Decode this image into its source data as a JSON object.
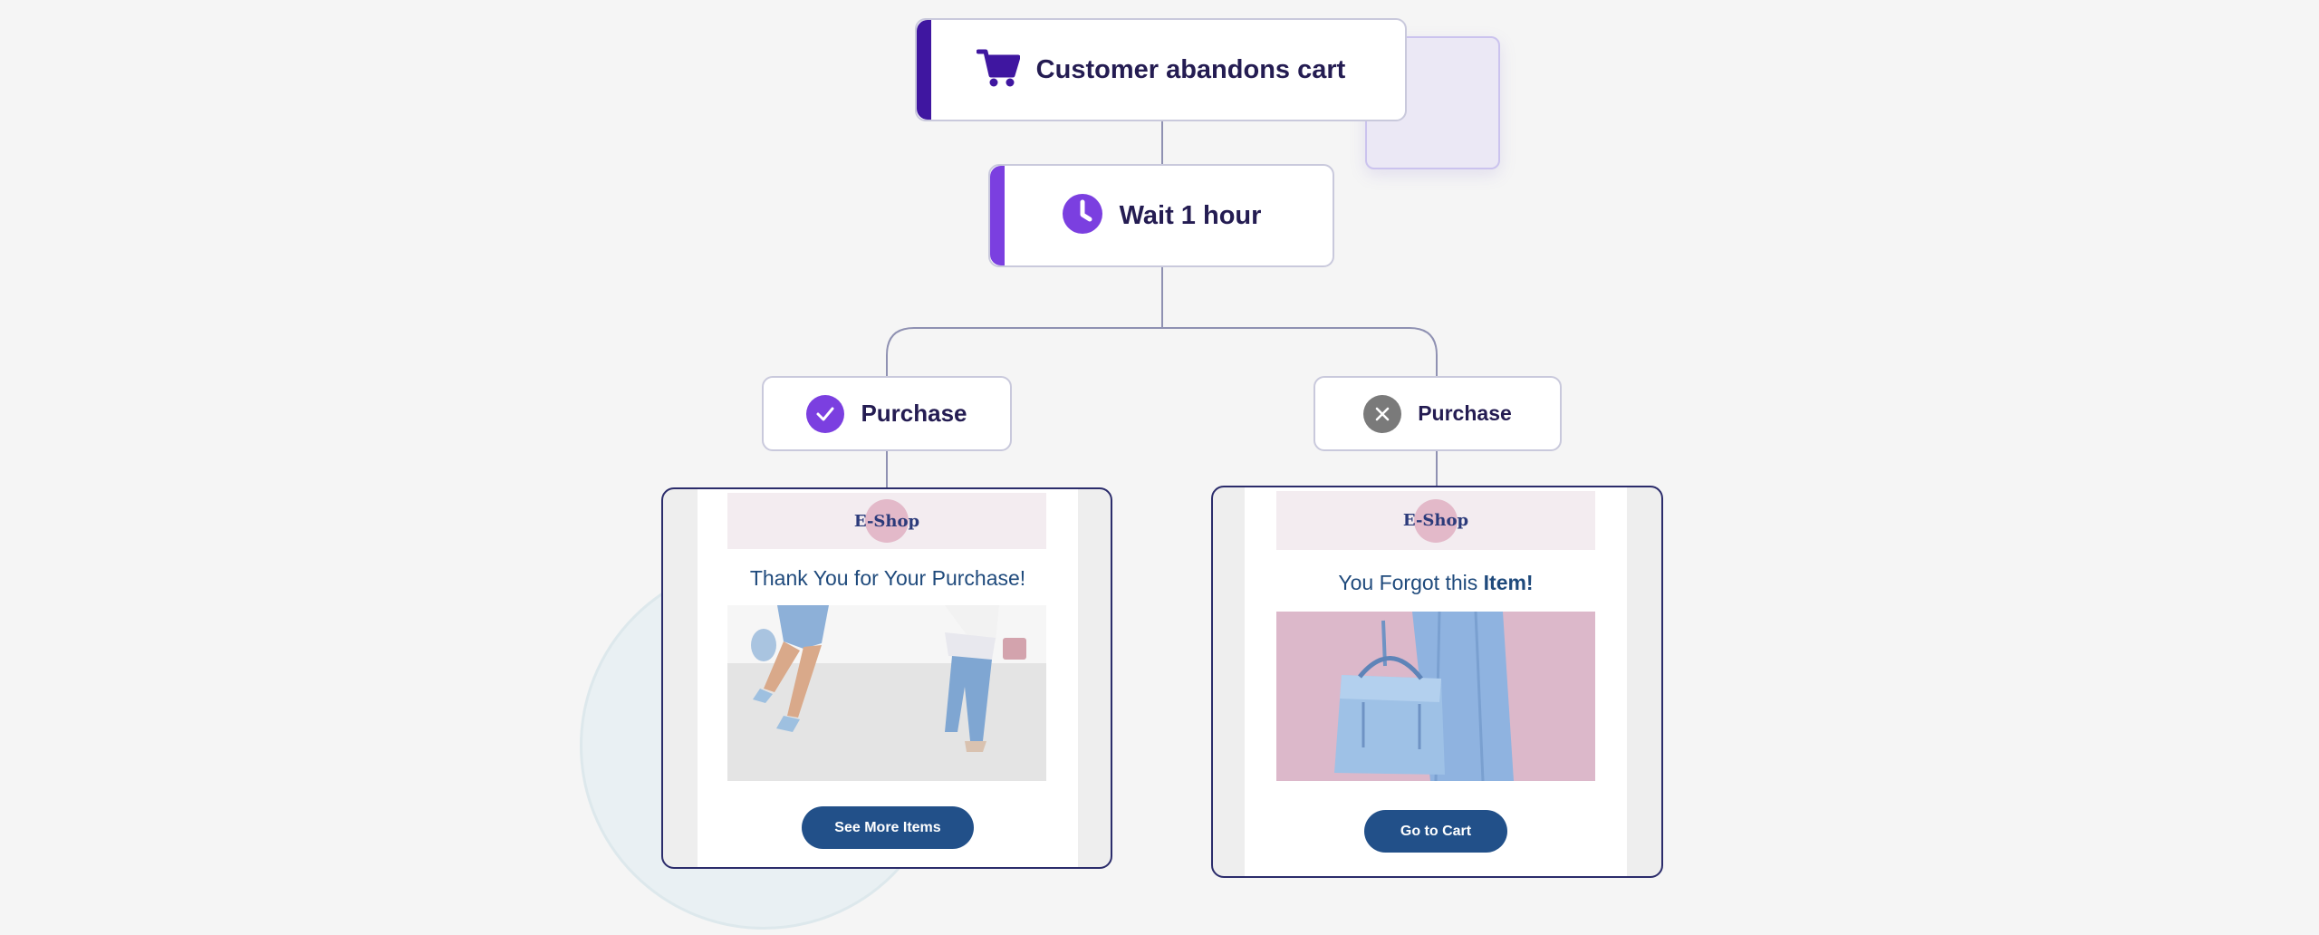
{
  "trigger": {
    "label": "Customer abandons cart",
    "icon": "shopping-cart-icon",
    "accent": "#3f16a0"
  },
  "wait": {
    "label": "Wait 1 hour",
    "icon": "clock-icon",
    "accent": "#7b3fe0"
  },
  "branches": {
    "yes": {
      "label": "Purchase",
      "icon": "check-icon",
      "color": "#7b3fe0"
    },
    "no": {
      "label": "Purchase",
      "icon": "close-icon",
      "color": "#7a7a7a"
    }
  },
  "emails": {
    "thank_you": {
      "brand": "E-Shop",
      "heading": "Thank You for Your Purchase!",
      "button": "See More Items",
      "image": "women-in-blue-outfits-photo"
    },
    "reminder": {
      "brand": "E-Shop",
      "heading_prefix": "You Forgot this",
      "heading_bold": "Item!",
      "button": "Go to Cart",
      "image": "blue-handbag-photo"
    }
  },
  "colors": {
    "connector": "#8f91b2",
    "node_text": "#241c52",
    "email_heading": "#1f4a7c",
    "cta": "#225089"
  }
}
